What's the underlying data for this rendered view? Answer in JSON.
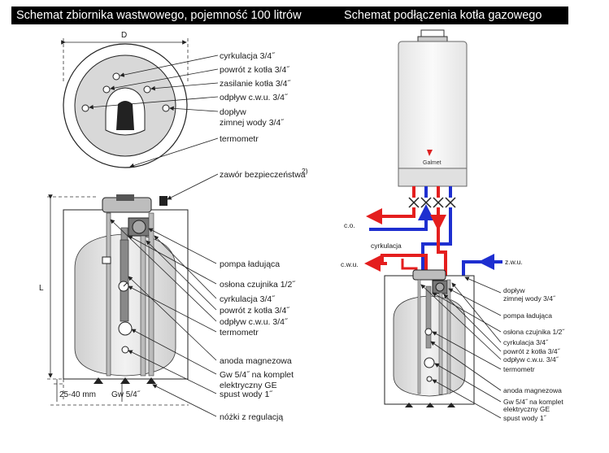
{
  "headers": {
    "left": "Schemat zbiornika wastwowego, pojemność 100 litrów",
    "right": "Schemat podłączenia kotła gazowego"
  },
  "left_diagram": {
    "dimensions": {
      "diameter": "D",
      "height": "L",
      "foot_height": "25-40 mm",
      "thread": "Gw 5/4˝"
    },
    "top_view_labels": [
      "cyrkulacja 3/4˝",
      "powrót z kotła 3/4˝",
      "zasilanie kotła 3/4˝",
      "odpływ c.w.u. 3/4˝",
      "dopływ",
      "zimnej wody 3/4˝",
      "termometr"
    ],
    "safety_valve": "zawór bezpieczeństwa",
    "safety_valve_sup": "2)",
    "side_view_labels": [
      "pompa ładująca",
      "osłona czujnika 1/2˝",
      "cyrkulacja 3/4˝",
      "powrót z kotła 3/4˝",
      "odpływ c.w.u. 3/4˝",
      "termometr",
      "anoda magnezowa",
      "Gw 5/4˝ na komplet",
      "elektryczny GE",
      "spust wody 1˝",
      "nóżki z regulacją"
    ]
  },
  "right_diagram": {
    "brand": "Galmet",
    "pipe_labels": {
      "co": "c.o.",
      "circulation": "cyrkulacja",
      "cwu": "c.w.u.",
      "zwu": "z.w.u."
    },
    "labels": [
      "dopływ",
      "zimnej wody 3/4˝",
      "pompa ładująca",
      "osłona czujnika 1/2˝",
      "cyrkulacja 3/4˝",
      "powrót z kotła 3/4˝",
      "odpływ c.w.u. 3/4˝",
      "termometr",
      "anoda magnezowa",
      "Gw 5/4˝ na komplet",
      "elektryczny GE",
      "spust wody 1˝"
    ]
  },
  "colors": {
    "hot": "#e41e1e",
    "cold": "#1e2fd0",
    "tank_fill": "#e6e6e6",
    "header_bg": "#000000"
  }
}
